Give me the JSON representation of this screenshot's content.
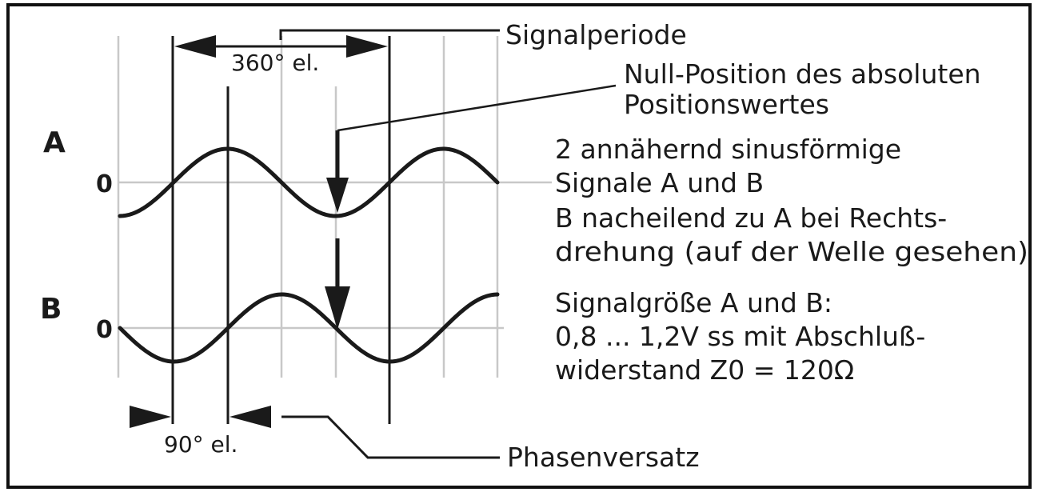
{
  "diagram": {
    "signal_a": {
      "label": "A",
      "zero": "0"
    },
    "signal_b": {
      "label": "B",
      "zero": "0"
    },
    "period": {
      "label": "Signalperiode",
      "angle": "360° el."
    },
    "null_position": {
      "line1": "Null-Position des absoluten",
      "line2": "Positionswertes"
    },
    "description": [
      "2 annähernd sinusförmige",
      "Signale A und B",
      "B nacheilend zu A bei Rechts-",
      "drehung (auf der Welle gesehen)"
    ],
    "magnitude": [
      "Signalgröße A und B:",
      "0,8 ... 1,2V ss mit Abschluß-",
      "widerstand Z0 = 120Ω"
    ],
    "phase": {
      "label": "Phasenversatz",
      "angle": "90° el."
    }
  }
}
